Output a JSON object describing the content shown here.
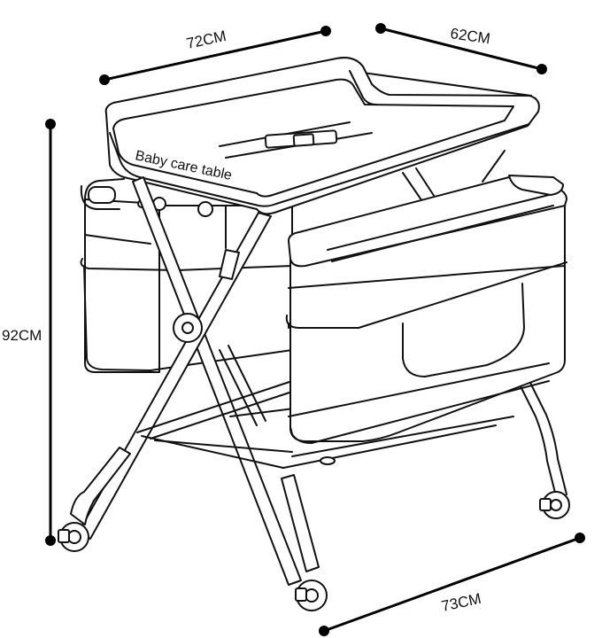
{
  "product_label": "Baby care table",
  "dimensions": {
    "length": "72CM",
    "width": "62CM",
    "height": "92CM",
    "base_width": "73CM"
  },
  "colors": {
    "line": "#111111",
    "background": "#ffffff"
  }
}
